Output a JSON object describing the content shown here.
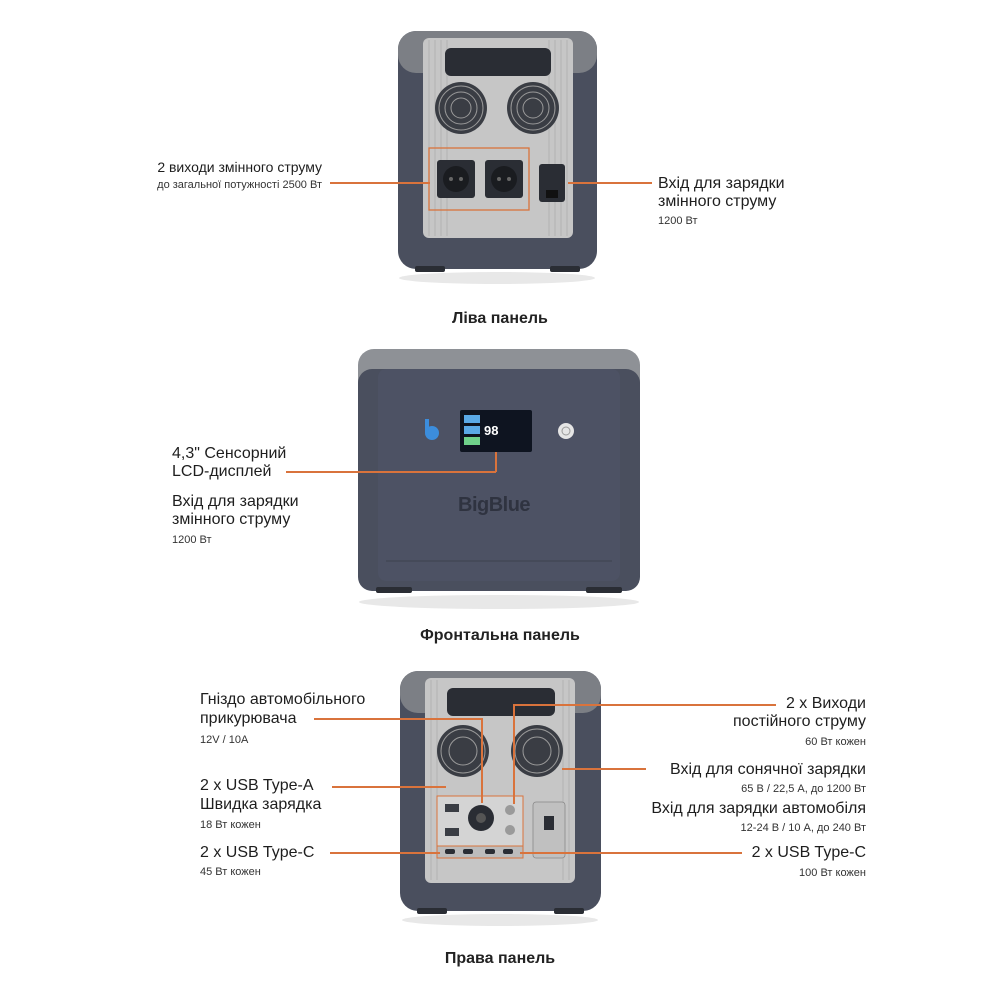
{
  "colors": {
    "accent": "#d9733c",
    "body": "#4a4f5e",
    "frame": "#8a8d92",
    "grille": "#c9c9c9"
  },
  "left_panel": {
    "caption": "Ліва панель",
    "ac_outputs": {
      "title": "2 виходи змінного струму",
      "sub": "до загальної потужності 2500 Вт"
    },
    "ac_input": {
      "title_line1": "Вхід для зарядки",
      "title_line2": "змінного струму",
      "sub": "1200 Вт"
    }
  },
  "front_panel": {
    "caption": "Фронтальна панель",
    "lcd": {
      "title_line1": "4,3\" Сенсорний",
      "title_line2": "LCD-дисплей"
    },
    "ac_input": {
      "title_line1": "Вхід для зарядки",
      "title_line2": "змінного струму",
      "sub": "1200 Вт"
    },
    "brand": "BigBlue",
    "screen_value": "98"
  },
  "right_panel": {
    "caption": "Права панель",
    "car_socket": {
      "title_line1": "Гніздо автомобільного",
      "title_line2": "прикурювача",
      "sub": "12V / 10A"
    },
    "usb_a": {
      "title_line1": "2 x USB Type-A",
      "title_line2": "Швидка зарядка",
      "sub": "18 Вт кожен"
    },
    "usb_c_left": {
      "title": "2 x USB Type-C",
      "sub": "45 Вт кожен"
    },
    "dc_outputs": {
      "title_line1": "2 x Виходи",
      "title_line2": "постійного струму",
      "sub": "60 Вт кожен"
    },
    "solar": {
      "title": "Вхід для сонячної зарядки",
      "sub": "65 В / 22,5 А, до 1200 Вт"
    },
    "car_input": {
      "title": "Вхід для зарядки автомобіля",
      "sub": "12-24 В / 10 А, до 240 Вт"
    },
    "usb_c_right": {
      "title": "2 x USB Type-C",
      "sub": "100 Вт кожен"
    }
  }
}
